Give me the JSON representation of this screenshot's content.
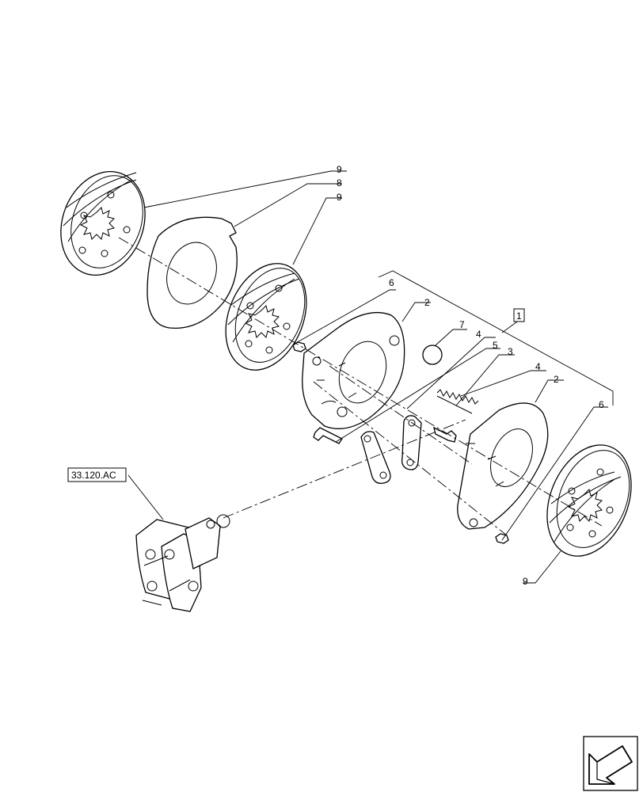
{
  "callouts": {
    "c9a": "9",
    "c8": "8",
    "c9b": "9",
    "c6a": "6",
    "c2a": "2",
    "c7": "7",
    "c4a": "4",
    "c5": "5",
    "c3": "3",
    "c4b": "4",
    "c2b": "2",
    "c6b": "6",
    "c9c": "9",
    "c1": "1"
  },
  "reference": {
    "label": "33.120.AC"
  },
  "icons": {
    "nav": "next-page-arrow-icon"
  }
}
